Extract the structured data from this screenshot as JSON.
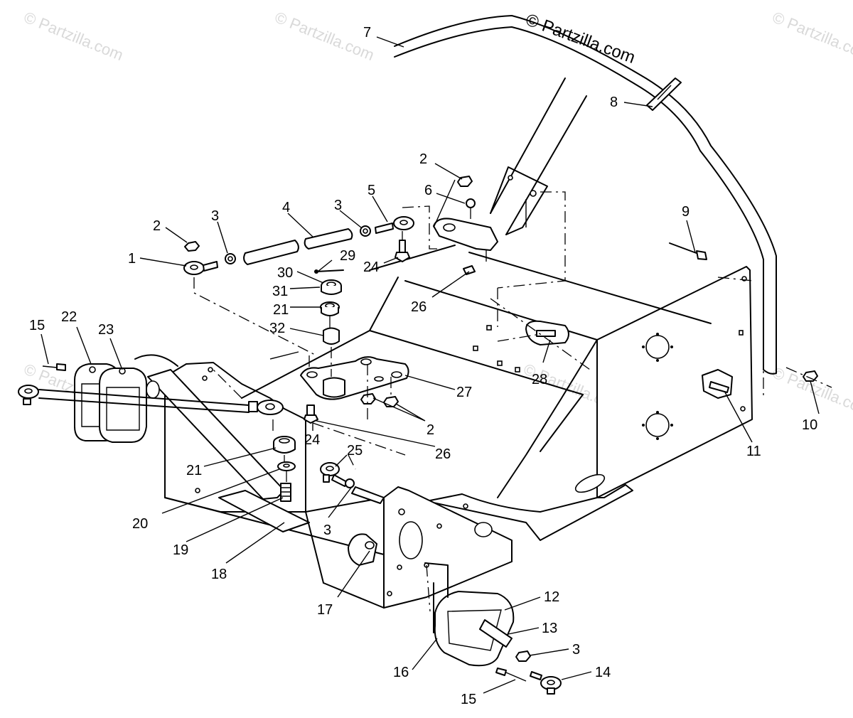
{
  "watermark": {
    "primary": "© Partzilla.com",
    "faint": "© Partzilla.com"
  },
  "callouts": {
    "c1": "1",
    "c2a": "2",
    "c2b": "2",
    "c2c": "2",
    "c3a": "3",
    "c3b": "3",
    "c3c": "3",
    "c3d": "3",
    "c4": "4",
    "c5": "5",
    "c6": "6",
    "c7": "7",
    "c8": "8",
    "c9": "9",
    "c10": "10",
    "c11": "11",
    "c12": "12",
    "c13": "13",
    "c14": "14",
    "c15a": "15",
    "c15b": "15",
    "c16": "16",
    "c17": "17",
    "c18": "18",
    "c19": "19",
    "c20": "20",
    "c21a": "21",
    "c21b": "21",
    "c22": "22",
    "c23": "23",
    "c24a": "24",
    "c24b": "24",
    "c25": "25",
    "c26a": "26",
    "c26b": "26",
    "c27": "27",
    "c28": "28",
    "c29": "29",
    "c30": "30",
    "c31": "31",
    "c32": "32"
  }
}
